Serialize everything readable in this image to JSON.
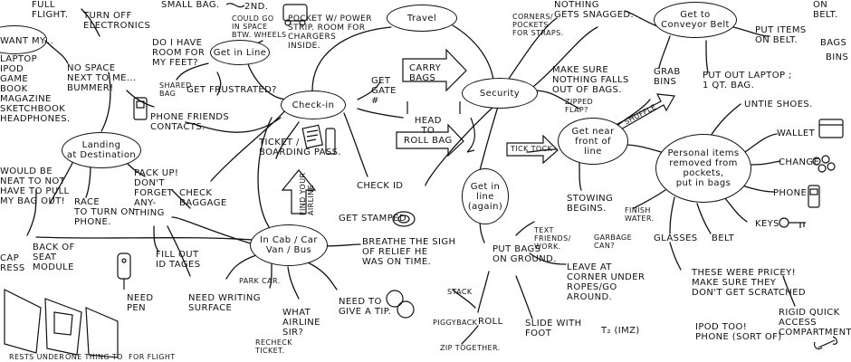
{
  "colors": {
    "ink": "#111111",
    "paper": "#ffffff"
  },
  "nodes": {
    "travel": "Travel",
    "checkin": "Check-in",
    "security": "Security",
    "conveyor": "Get to\nConveyor Belt",
    "landing": "Landing\nat Destination",
    "cab": "In Cab / Car\nVan / Bus",
    "front": "Get near\nfront of\nline",
    "personal": "Personal items\nremoved from\npockets,\nput in bags",
    "line_again": "Get in\nline\n(again)",
    "getinline": "Get in Line"
  },
  "labels": {
    "full_flight": "Full\nFlight.",
    "small_bag": "Small bag.",
    "two": "2ND.",
    "turn_off": "Turn off\nelectronics",
    "could_go": "Could go\nin space\nbtw. wheels",
    "pocket": "Pocket w/ power\nstrip. Room for\nchargers\ninside.",
    "room_feet": "Do I have\nroom for\nmy feet?",
    "shared": "Shared\nbag",
    "want_my": "Want my...",
    "laptop_list": "Laptop\niPod\nGame\nBook\nMagazine\nSketchbook\nHeadphones.",
    "no_space": "No space\nnext to me...\nBummer!",
    "would_be": "Would be\nneat to not\nhave to pull\nmy bag out!",
    "backseat": "Back of\nseat\nmodule",
    "cap_ress": "Cap\nress",
    "rests_under": "Rests under",
    "one_thing": "One thing to",
    "for_flight": "for flight",
    "get_frustrated": "Get frustrated?",
    "phone_friends": "Phone friends\ncontacts.",
    "get_gate": "Get\ngate\n#",
    "carry_bags": "Carry\nbags",
    "head_roll": "Head\nto\nroll bag",
    "ticket": "Ticket /\nBoarding Pass.",
    "find_gate": "Find your\nairline",
    "check_id": "Check ID",
    "get_stamped": "Get Stamped",
    "check_baggage": "Check\nbaggage",
    "race": "Race\nto turn on\nphone.",
    "pack_up": "Pack up!\nDon't\nforget\nany-\nthing",
    "fill_tags": "Fill out\nID tages",
    "need_pen": "Need\npen",
    "need_surface": "Need writing\nsurface",
    "park_car": "Park car.",
    "what_airline": "What\nairline\nsir?",
    "recheck": "Recheck\nticket.",
    "need_tip": "Need to\ngive a tip.",
    "breathe": "Breathe the sigh\nof relief he\nwas on time.",
    "nothing_snagged": "Nothing\ngets snagged.",
    "corners": "Corners/\npockets\nfor straps.",
    "make_sure": "Make sure\nnothing falls\nout of bags.",
    "zipped": "Zipped\nflap?",
    "grab_bins": "Grab\nbins",
    "shuffle": "Shuffle",
    "tick_tock": "Tick tock",
    "put_items": "Put items\non belt.",
    "bags": "Bags",
    "bins": "Bins",
    "put_laptop": "Put out laptop ;\n1 qt. bag.",
    "on_belt": "on\nbelt.",
    "stowing": "Stowing\nbegins.",
    "unite_shoes": "Untie shoes.",
    "wallet": "Wallet",
    "change": "Change",
    "phone": "Phone",
    "keys": "Keys",
    "belt": "Belt",
    "finish_water": "Finish\nwater.",
    "garbage": "Garbage\ncan?",
    "glasses": "Glasses",
    "these_pricey": "These were pricey!\nMake sure they\ndon't get scratched",
    "ipod_too": "iPod too!\nPhone (sort of)",
    "rigid": "Rigid quick\naccess\ncompartment",
    "put_bags_ground": "Put bags\non ground.",
    "text_friends": "Text\nfriends/\nwork.",
    "leave_corner": "Leave at\ncorner under\nropes/go\naround.",
    "stack": "Stack",
    "piggyback": "Piggyback",
    "roll": "Roll",
    "zip_together": "Zip together.",
    "slide_foot": "Slide with\nfoot",
    "t2_imz": "T₂ (IMZ)"
  }
}
